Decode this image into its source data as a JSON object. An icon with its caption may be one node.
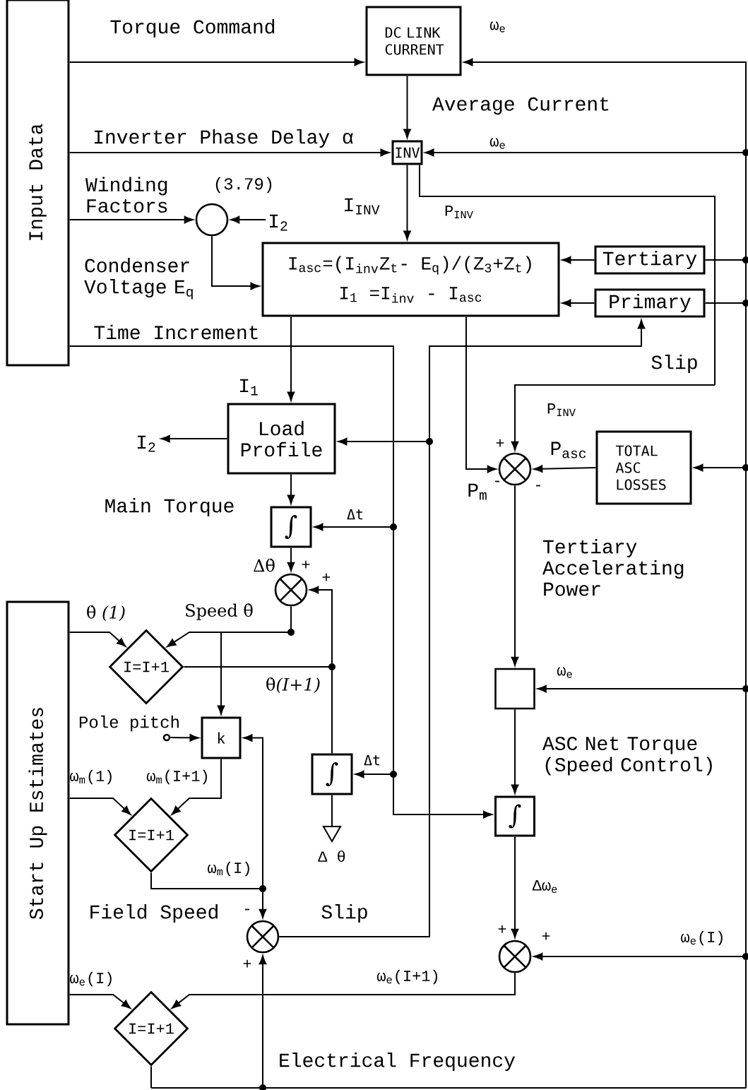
{
  "diagram": {
    "nodes": [
      {
        "text": [
          "Input Data"
        ]
      },
      {
        "text": [
          "DC LINK CURRENT"
        ]
      },
      {
        "text": [
          "INV"
        ]
      },
      {
        "text": [],
        "shape": "circle",
        "beside": [
          "(3.79)"
        ]
      },
      {
        "text": [
          "I$_{asc}$=(I$_{inv}$Z$_{t}$- E$_{q}$)/(Z$_{3}$+Z$_{t}$)",
          "I$_{1}$ =I$_{inv}$ - I$_{asc}$"
        ]
      },
      {
        "text": [
          "Tertiary"
        ]
      },
      {
        "text": [
          "Primary"
        ]
      },
      {
        "text": [
          "Load Profile"
        ]
      },
      {
        "text": [
          "∫"
        ]
      },
      {
        "text": [],
        "shape": "circle"
      },
      {
        "text": [],
        "shape": "circle"
      },
      {
        "text": [
          "TOTAL ASC LOSSES"
        ]
      },
      {
        "text": [
          "I=I+1"
        ]
      },
      {
        "text": [
          "k"
        ]
      },
      {
        "text": [],
        "shape": "box"
      },
      {
        "text": [
          "∫"
        ]
      },
      {
        "text": [
          "∫"
        ]
      },
      {
        "text": [
          "I=I+1"
        ]
      },
      {
        "text": [],
        "shape": "circle"
      },
      {
        "text": [],
        "shape": "circle"
      },
      {
        "text": [
          "I=I+1"
        ]
      },
      {
        "text": [
          "Start Up Estimates"
        ]
      },
      {
        "text": [],
        "shape": "triangle",
        "beside": [
          "Δ θ"
        ]
      },
      {
        "text": [],
        "shape": "circle",
        "beside": [
          "Pole pitch"
        ]
      },
      {
        "text": [
          "I$_{2}$"
        ]
      },
      {
        "text": [
          "I$_{2}$"
        ]
      }
    ],
    "edges": [
      {
        "from": 0,
        "to": 1,
        "arrow": "to",
        "label": "Torque Command"
      },
      {
        "from": 1,
        "to": 2,
        "arrow": "to",
        "label": "Average Current"
      },
      {
        "from": 0,
        "to": 2,
        "arrow": "to",
        "label": "Inverter Phase Delay α"
      },
      {
        "from": 0,
        "to": 3,
        "arrow": "to",
        "label": "Winding Factors"
      },
      {
        "from": 25,
        "to": 3,
        "arrow": "to"
      },
      {
        "from": 3,
        "to": 4,
        "arrow": "to",
        "label": "Condenser Voltage E$_{q}$"
      },
      {
        "from": 2,
        "to": 4,
        "arrow": "to",
        "label": "I$_{INV}$"
      },
      {
        "from": 2,
        "to": 10,
        "arrow": "to",
        "label": "P$_{INV}$"
      },
      {
        "from": 5,
        "to": 4,
        "arrow": "to"
      },
      {
        "from": 6,
        "to": 4,
        "arrow": "to"
      },
      {
        "from": 20,
        "to": 1,
        "arrow": "to",
        "label": "ω$_{e}$"
      },
      {
        "from": 20,
        "to": 2,
        "arrow": "to",
        "label": "ω$_{e}$"
      },
      {
        "from": 20,
        "to": 5,
        "arrow": "none"
      },
      {
        "from": 20,
        "to": 6,
        "arrow": "none"
      },
      {
        "from": 20,
        "to": 11,
        "arrow": "to"
      },
      {
        "from": 20,
        "to": 14,
        "arrow": "to",
        "label": "ω$_{e}$"
      },
      {
        "from": 20,
        "to": 19,
        "arrow": "to",
        "label": "ω$_{e}$(I)"
      },
      {
        "from": 20,
        "to": 18,
        "arrow": "to",
        "label": "Electrical Frequency"
      },
      {
        "from": 0,
        "to": 8,
        "arrow": "to",
        "label": "Δt"
      },
      {
        "from": 0,
        "to": 15,
        "arrow": "to",
        "label": "Δt"
      },
      {
        "from": 0,
        "to": 16,
        "arrow": "to",
        "label": "Time Increment"
      },
      {
        "from": 4,
        "to": 7,
        "arrow": "to",
        "label": "I$_{1}$"
      },
      {
        "from": 4,
        "to": 10,
        "arrow": "to",
        "label": "P$_{m}$"
      },
      {
        "from": 11,
        "to": 10,
        "arrow": "to",
        "label": "P$_{asc}$"
      },
      {
        "from": 10,
        "to": 14,
        "arrow": "to",
        "label": "Tertiary Accelerating Power"
      },
      {
        "from": 14,
        "to": 16,
        "arrow": "to",
        "label": "ASC Net Torque (Speed Control)"
      },
      {
        "from": 16,
        "to": 19,
        "arrow": "to",
        "label": "Δω$_{e}$"
      },
      {
        "from": 19,
        "to": 20,
        "arrow": "to",
        "label": "ω$_{e}$(I+1)"
      },
      {
        "from": 7,
        "to": 24,
        "arrow": "to"
      },
      {
        "from": 7,
        "to": 8,
        "arrow": "to",
        "label": "Main Torque"
      },
      {
        "from": 8,
        "to": 9,
        "arrow": "to",
        "label": "Δθ̇"
      },
      {
        "from": 9,
        "to": 12,
        "arrow": "to",
        "label": "Speed θ̇"
      },
      {
        "from": 9,
        "to": 13,
        "arrow": "to"
      },
      {
        "from": 21,
        "to": 12,
        "arrow": "to",
        "label": "θ̇ *(1)*"
      },
      {
        "from": 12,
        "to": 9,
        "arrow": "to",
        "label": "θ̇*(I+1)*"
      },
      {
        "from": 12,
        "to": 15,
        "arrow": "none"
      },
      {
        "from": 15,
        "to": 22,
        "arrow": "none"
      },
      {
        "from": 23,
        "to": 13,
        "arrow": "to"
      },
      {
        "from": 13,
        "to": 17,
        "arrow": "to",
        "label": "ω$_{m}$(I+1)"
      },
      {
        "from": 21,
        "to": 17,
        "arrow": "to",
        "label": "ω$_{m}$(1)"
      },
      {
        "from": 17,
        "to": 18,
        "arrow": "to",
        "label": "ω$_{m}$(I)"
      },
      {
        "from": 17,
        "to": 13,
        "arrow": "to"
      },
      {
        "from": 21,
        "to": 20,
        "arrow": "to",
        "label": "ω$_{e}$(I)"
      },
      {
        "from": 18,
        "to": 6,
        "arrow": "to",
        "label": "Slip"
      },
      {
        "from": 18,
        "to": 7,
        "arrow": "to",
        "label": "Slip"
      }
    ],
    "labels": [
      "P$_{INV}$",
      "+",
      "-",
      "-",
      "+",
      "+",
      "Field Speed",
      "-",
      "+",
      "+",
      "+"
    ]
  }
}
